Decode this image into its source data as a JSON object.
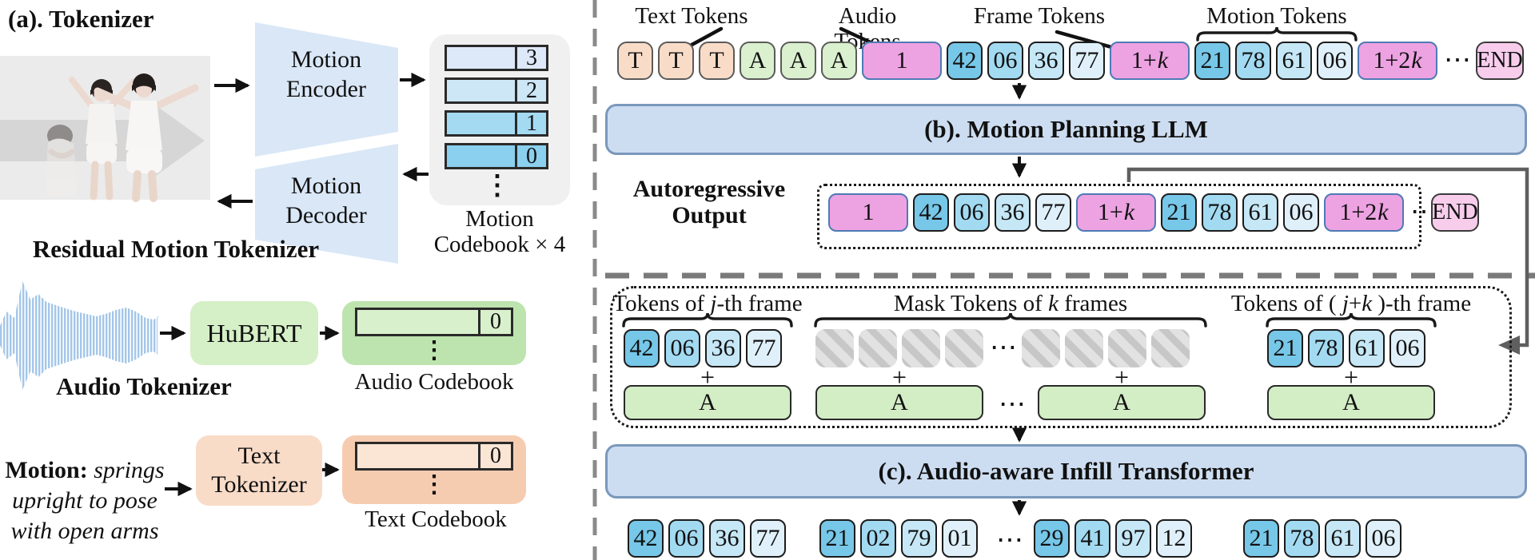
{
  "left": {
    "title": "(a). Tokenizer",
    "motion_encoder": "Motion\nEncoder",
    "motion_decoder": "Motion\nDecoder",
    "residual_label": "Residual Motion Tokenizer",
    "motion_codebook": {
      "rows": [
        {
          "index": "3"
        },
        {
          "index": "2"
        },
        {
          "index": "1"
        },
        {
          "index": "0"
        }
      ],
      "dots": "⋮",
      "label": "Motion\nCodebook × 4"
    },
    "hubert_label": "HuBERT",
    "audio_tokenizer_label": "Audio Tokenizer",
    "audio_codebook": {
      "index": "0",
      "dots": "⋮",
      "label": "Audio Codebook"
    },
    "motion_prompt": {
      "prefix": "Motion:",
      "lines": [
        "springs",
        "upright to pose",
        "with open arms"
      ]
    },
    "text_tokenizer_label": "Text\nTokenizer",
    "text_codebook": {
      "index": "0",
      "dots": "⋮",
      "label": "Text Codebook"
    }
  },
  "right": {
    "stream_labels": {
      "text_tokens": "Text Tokens",
      "audio_tokens": "Audio Tokens",
      "frame_tokens": "Frame Tokens",
      "motion_tokens": "Motion Tokens"
    },
    "input_row": [
      {
        "t": "T",
        "k": "ttok"
      },
      {
        "t": "T",
        "k": "ttok"
      },
      {
        "t": "T",
        "k": "ttok"
      },
      {
        "t": "A",
        "k": "atok"
      },
      {
        "t": "A",
        "k": "atok"
      },
      {
        "t": "A",
        "k": "atok"
      },
      {
        "t": "1",
        "k": "frame",
        "wide": true
      },
      {
        "t": "42",
        "k": "m0"
      },
      {
        "t": "06",
        "k": "m1"
      },
      {
        "t": "36",
        "k": "m2"
      },
      {
        "t": "77",
        "k": "m3"
      },
      {
        "t": "1+k",
        "k": "frame",
        "wide": true,
        "math": true
      },
      {
        "t": "21",
        "k": "m0"
      },
      {
        "t": "78",
        "k": "m1"
      },
      {
        "t": "61",
        "k": "m2"
      },
      {
        "t": "06",
        "k": "m3"
      },
      {
        "t": "1+2k",
        "k": "frame",
        "wide": true,
        "math": true
      },
      {
        "t": "⋯",
        "k": "dots"
      },
      {
        "t": "END",
        "k": "end"
      }
    ],
    "llm_title": "(b). Motion Planning LLM",
    "autoregressive_label": "Autoregressive\nOutput",
    "output_row": [
      {
        "t": "1",
        "k": "frame",
        "wide": true
      },
      {
        "t": "42",
        "k": "m0"
      },
      {
        "t": "06",
        "k": "m1"
      },
      {
        "t": "36",
        "k": "m2"
      },
      {
        "t": "77",
        "k": "m3"
      },
      {
        "t": "1+k",
        "k": "frame",
        "wide": true,
        "math": true
      },
      {
        "t": "21",
        "k": "m0"
      },
      {
        "t": "78",
        "k": "m1"
      },
      {
        "t": "61",
        "k": "m2"
      },
      {
        "t": "06",
        "k": "m3"
      },
      {
        "t": "1+2k",
        "k": "frame",
        "wide": true,
        "math": true
      },
      {
        "t": "⋯",
        "k": "dots"
      }
    ],
    "output_end": "END",
    "infill": {
      "label_j": [
        {
          "t": "Tokens of "
        },
        {
          "t": "j",
          "i": true
        },
        {
          "t": "-th frame"
        }
      ],
      "label_mask": [
        {
          "t": "Mask Tokens of "
        },
        {
          "t": "k",
          "i": true
        },
        {
          "t": " frames"
        }
      ],
      "label_jk": [
        {
          "t": "Tokens of ( "
        },
        {
          "t": "j",
          "i": true
        },
        {
          "t": "+"
        },
        {
          "t": "k",
          "i": true
        },
        {
          "t": " )-th frame"
        }
      ],
      "frame_j_tokens": [
        {
          "t": "42",
          "k": "m0"
        },
        {
          "t": "06",
          "k": "m1"
        },
        {
          "t": "36",
          "k": "m2"
        },
        {
          "t": "77",
          "k": "m3"
        }
      ],
      "mask_row": [
        {
          "k": "mask"
        },
        {
          "k": "mask"
        },
        {
          "k": "mask"
        },
        {
          "k": "mask"
        },
        {
          "t": "⋯",
          "k": "dots"
        },
        {
          "k": "mask"
        },
        {
          "k": "mask"
        },
        {
          "k": "mask"
        },
        {
          "k": "mask"
        }
      ],
      "frame_jk_tokens": [
        {
          "t": "21",
          "k": "m0"
        },
        {
          "t": "78",
          "k": "m1"
        },
        {
          "t": "61",
          "k": "m2"
        },
        {
          "t": "06",
          "k": "m3"
        }
      ],
      "plus": "+",
      "audio_token": "A",
      "bars_dots": "⋯"
    },
    "infill_title": "(c). Audio-aware Infill Transformer",
    "final_row": {
      "g1": [
        {
          "t": "42",
          "k": "m0"
        },
        {
          "t": "06",
          "k": "m1"
        },
        {
          "t": "36",
          "k": "m2"
        },
        {
          "t": "77",
          "k": "m3"
        }
      ],
      "g2": [
        {
          "t": "21",
          "k": "m0"
        },
        {
          "t": "02",
          "k": "m1"
        },
        {
          "t": "79",
          "k": "m2"
        },
        {
          "t": "01",
          "k": "m3"
        }
      ],
      "dots": "⋯",
      "g3": [
        {
          "t": "29",
          "k": "m0"
        },
        {
          "t": "41",
          "k": "m1"
        },
        {
          "t": "97",
          "k": "m2"
        },
        {
          "t": "12",
          "k": "m3"
        }
      ],
      "g4": [
        {
          "t": "21",
          "k": "m0"
        },
        {
          "t": "78",
          "k": "m1"
        },
        {
          "t": "61",
          "k": "m2"
        },
        {
          "t": "06",
          "k": "m3"
        }
      ]
    }
  }
}
